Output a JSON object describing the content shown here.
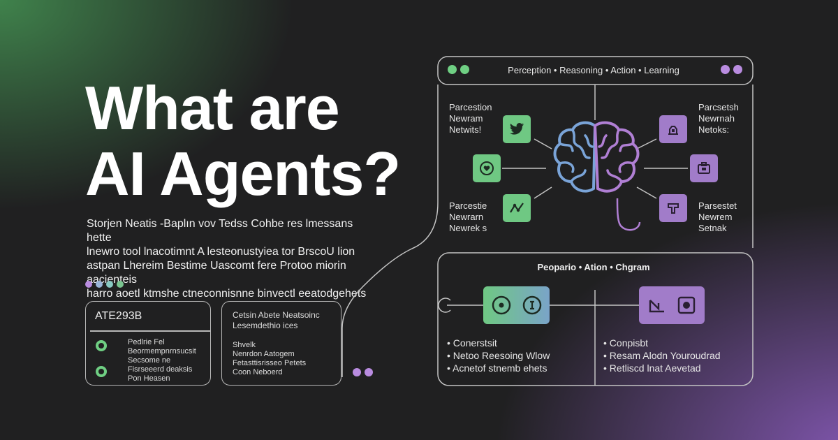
{
  "hero": {
    "title_line1": "What are",
    "title_line2": "AI Agents?",
    "description": [
      "Storjen Neatis -Baplın vov Tedss Cohbe res lmessans hette",
      "lnewro tool lnacotimnt A lesteonustyiea tor BrscoU lion",
      "astpan Lhereim Bestime Uascomt fere Protoo miorin aacienteis",
      "harro aoetl ktmshe ctneconnisnne binvectl eeatodgehets"
    ],
    "dot_colors": [
      "#b98ce0",
      "#9ab5d8",
      "#88c9c2",
      "#79c48f"
    ]
  },
  "card_left": {
    "title": "ATE293B",
    "rows": [
      [
        "Pedlrie Fel",
        "Beormempnrnsucsit"
      ],
      [
        "Secsome ne",
        "Fisrseeerd deaksis"
      ],
      [
        "Pon Heasen"
      ]
    ]
  },
  "card_middle": {
    "lines_top": [
      "Cetsin Abete Neatsoinc",
      "Lesemdethio ices"
    ],
    "lines_bottom": [
      "Shvelk",
      "Nenrdon Aatogem",
      "Fetasttisrisseo Petets",
      "Coon Neboerd"
    ]
  },
  "top_panel": {
    "header": "Perception • Reasoning • Action • Learning",
    "left_labels": [
      [
        "Parcestion",
        "Newram",
        "Netwits!"
      ],
      [
        "Parcestie",
        "Newrarn",
        "Newrek s"
      ]
    ],
    "right_labels": [
      [
        "Parcsetsh",
        "Newrnah",
        "Netoks:"
      ],
      [
        "Parsestet",
        "Newrem",
        "Setnak"
      ]
    ],
    "left_icons": [
      "twitter-icon",
      "heart-icon",
      "graph-node-icon"
    ],
    "right_icons": [
      "robot-icon",
      "briefcase-icon",
      "hammer-icon"
    ]
  },
  "bottom_panel": {
    "header": "Peopario • Ation • Chgram",
    "left_bullets": [
      "Conerstsit",
      "Netoo Reesoing Wlow",
      "Acnetof stnemb ehets"
    ],
    "right_bullets": [
      "Conpisbt",
      "Resam Alodn Youroudrad",
      "Retliscd lnat Aevetad"
    ]
  },
  "colors": {
    "green": "#6fcf83",
    "purple": "#a17cc9",
    "panel_border": "#c4c4c4",
    "brain_left": "#7aa4d8",
    "brain_right": "#b07fd4"
  }
}
